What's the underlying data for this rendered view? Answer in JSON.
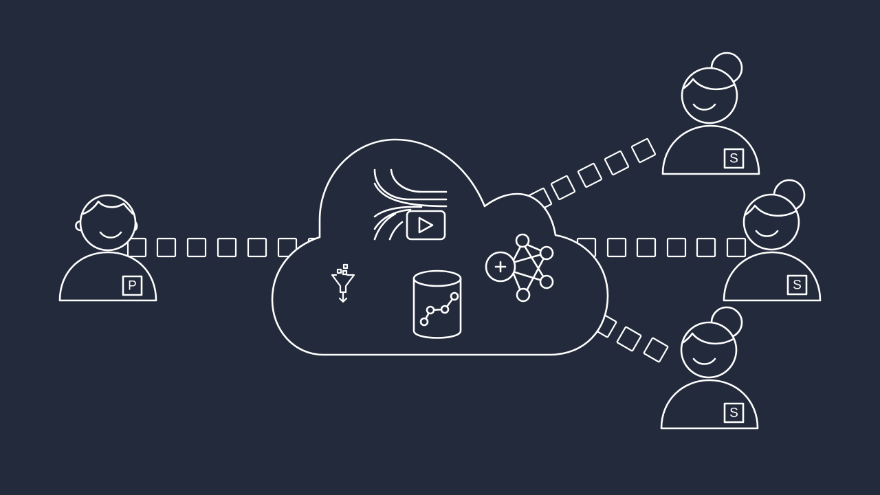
{
  "diagram": {
    "background_color": "#232a3b",
    "stroke_color": "#ffffff",
    "publisher": {
      "label": "P",
      "icon": "person-icon"
    },
    "subscribers": [
      {
        "label": "S",
        "icon": "person-bun-icon"
      },
      {
        "label": "S",
        "icon": "person-bun-icon"
      },
      {
        "label": "S",
        "icon": "person-bun-icon"
      }
    ],
    "cloud": {
      "icon": "cloud-icon",
      "services": [
        {
          "name": "streaming-video",
          "icon": "stream-video-icon"
        },
        {
          "name": "data-filter",
          "icon": "funnel-icon"
        },
        {
          "name": "analytics-database",
          "icon": "database-chart-icon"
        },
        {
          "name": "machine-learning",
          "icon": "neural-network-icon"
        }
      ]
    },
    "connections": [
      {
        "from": "publisher",
        "to": "cloud",
        "packets": 6
      },
      {
        "from": "cloud",
        "to": "subscriber-1",
        "packets": 5
      },
      {
        "from": "cloud",
        "to": "subscriber-2",
        "packets": 6
      },
      {
        "from": "cloud",
        "to": "subscriber-3",
        "packets": 3
      }
    ]
  }
}
